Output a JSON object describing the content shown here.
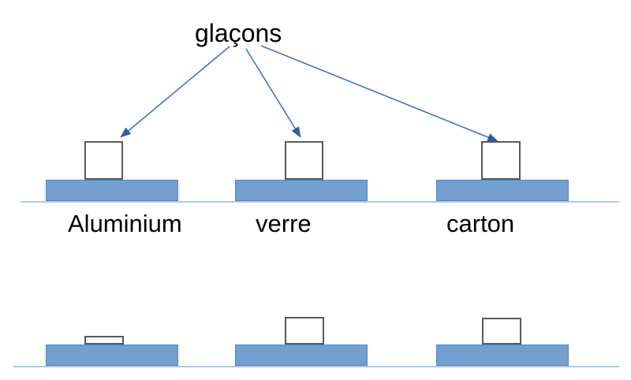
{
  "diagram": {
    "pointer_label": "glaçons",
    "materials": [
      {
        "id": "aluminium",
        "label": "Aluminium"
      },
      {
        "id": "verre",
        "label": "verre"
      },
      {
        "id": "carton",
        "label": "carton"
      }
    ],
    "icons": [
      {
        "name": "arrow-to-aluminium-icecube"
      },
      {
        "name": "arrow-to-verre-icecube"
      },
      {
        "name": "arrow-to-carton-icecube"
      }
    ]
  },
  "colors": {
    "background": "#ffffff",
    "label_text": "#000000",
    "slab_fill": "#729FCF",
    "slab_border": "#5585BE",
    "ground_line": "#AEC6E8",
    "arrow": "#4472C4",
    "arrow_head": "#2E5C9E",
    "cube_fill": "#ffffff",
    "cube_border": "#595959"
  }
}
